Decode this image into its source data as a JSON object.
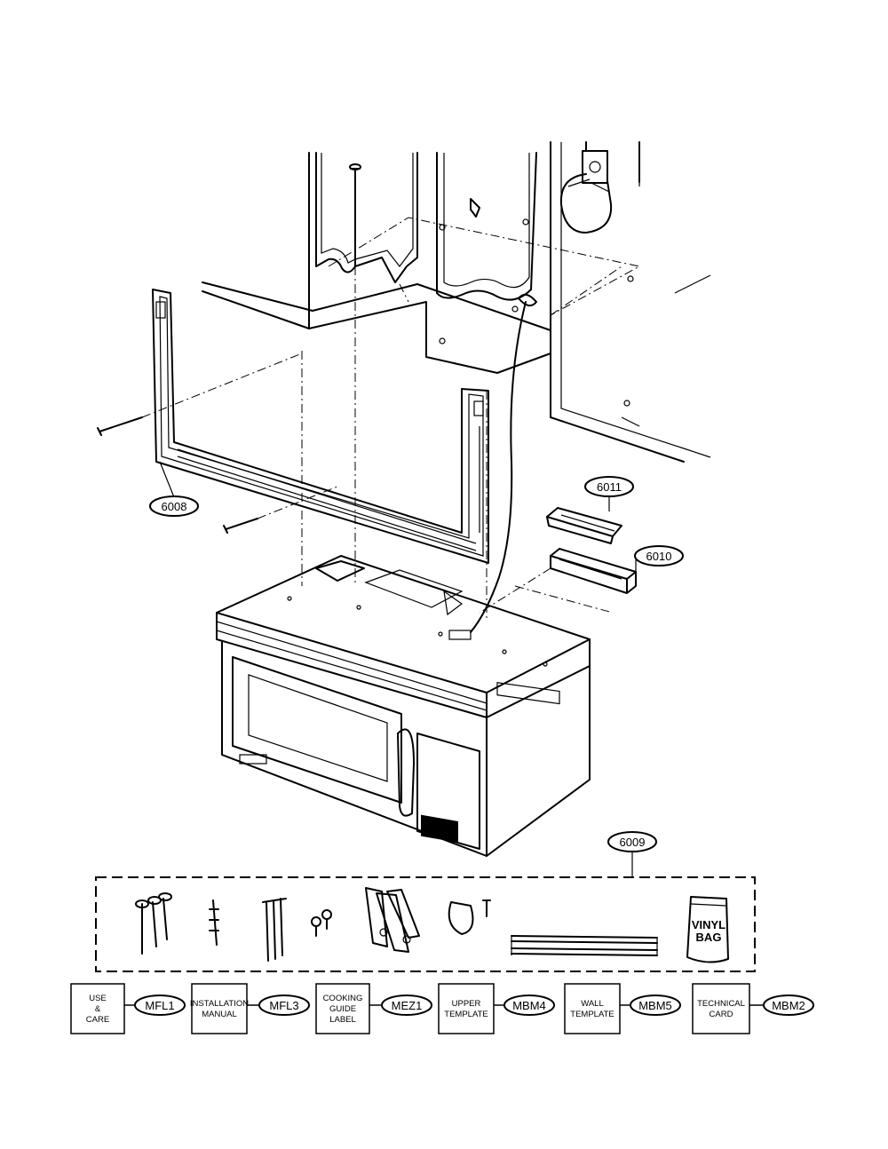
{
  "callouts": {
    "c6008": "6008",
    "c6011": "6011",
    "c6010": "6010",
    "c6009": "6009"
  },
  "kit": {
    "bag_line1": "VINYL",
    "bag_line2": "BAG"
  },
  "docs": [
    {
      "lines": [
        "USE",
        "&",
        "CARE"
      ],
      "code": "MFL1"
    },
    {
      "lines": [
        "INSTALLATION",
        "MANUAL"
      ],
      "code": "MFL3"
    },
    {
      "lines": [
        "COOKING",
        "GUIDE",
        "LABEL"
      ],
      "code": "MEZ1"
    },
    {
      "lines": [
        "UPPER",
        "TEMPLATE"
      ],
      "code": "MBM4"
    },
    {
      "lines": [
        "WALL",
        "TEMPLATE"
      ],
      "code": "MBM5"
    },
    {
      "lines": [
        "TECHNICAL",
        "CARD"
      ],
      "code": "MBM2"
    }
  ]
}
